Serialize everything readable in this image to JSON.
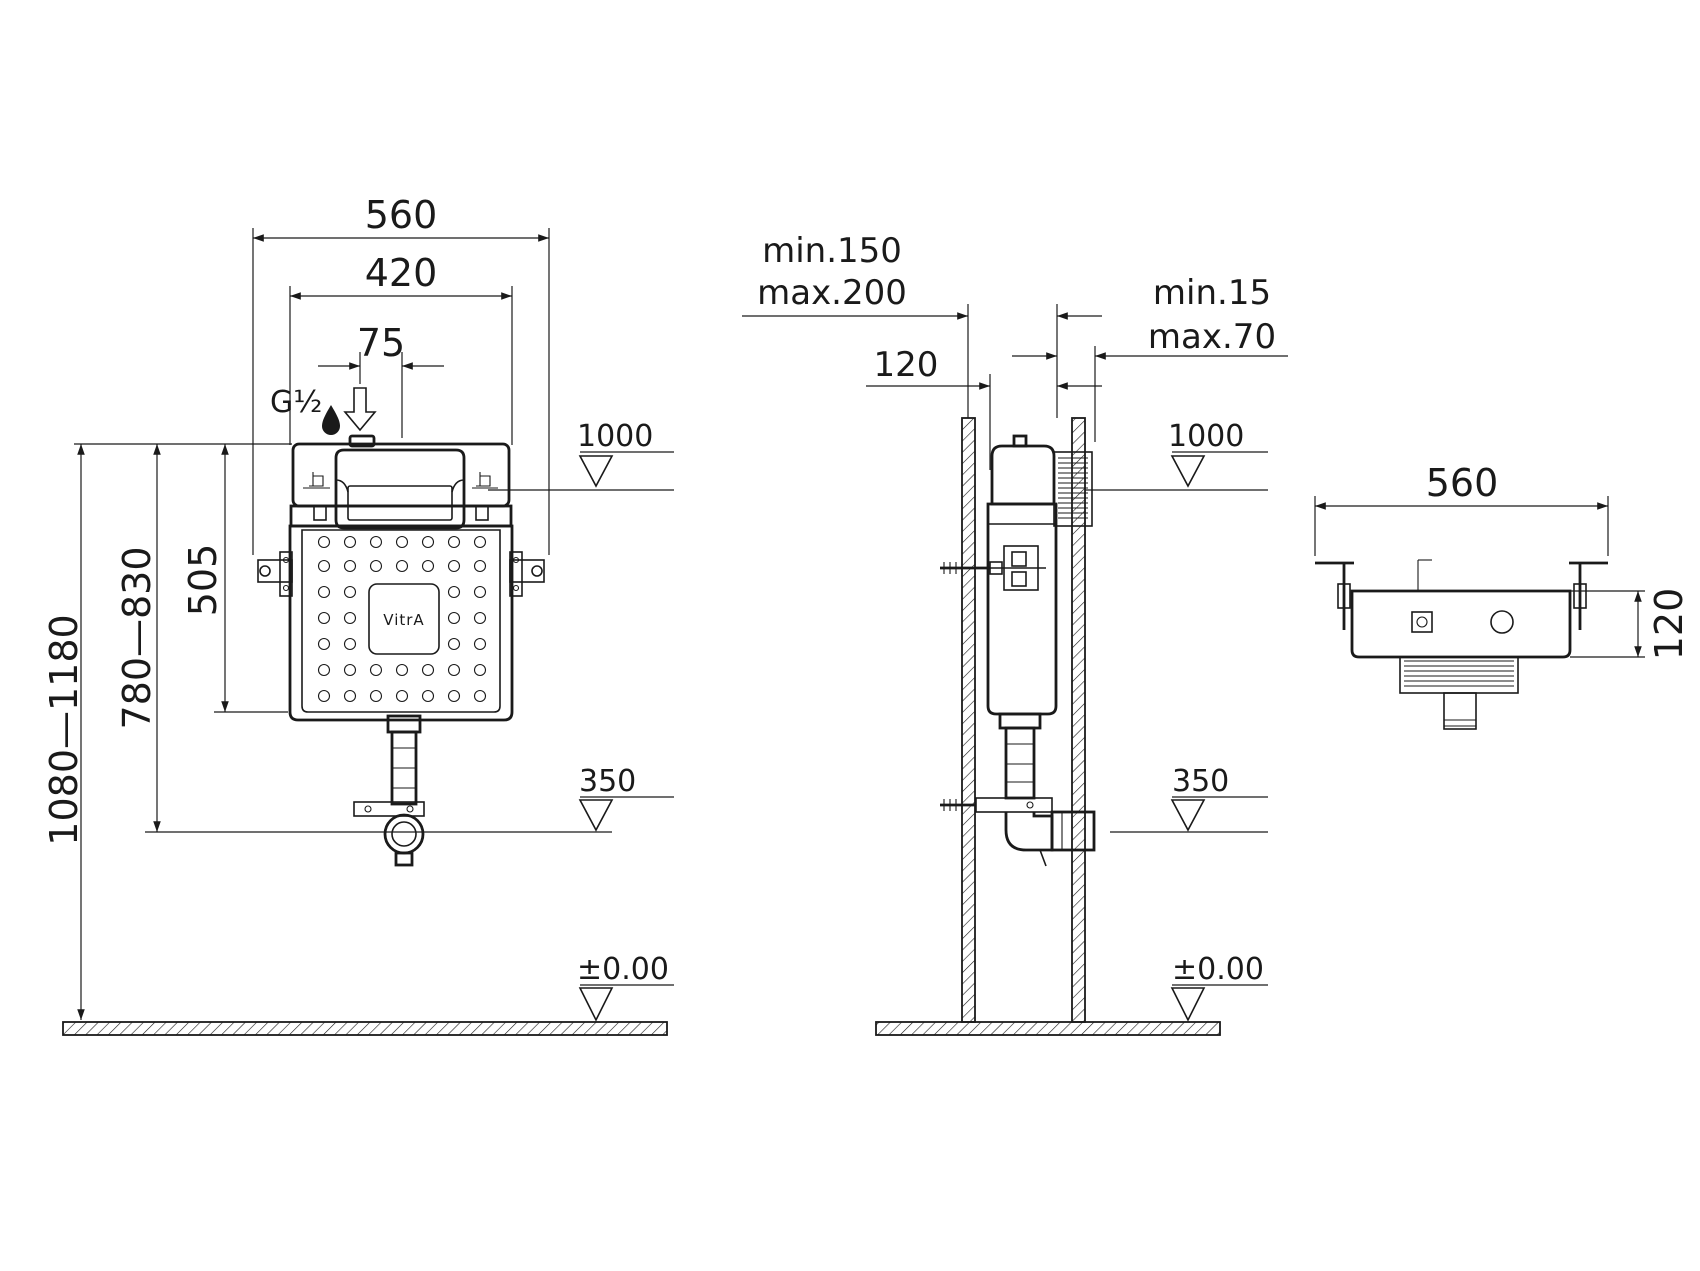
{
  "front_view": {
    "dim_width_outer": "560",
    "dim_width_inner": "420",
    "dim_inlet_offset": "75",
    "inlet_thread": "G½",
    "dim_height_total": "1080—1180",
    "dim_height_mount": "780—830",
    "dim_height_tank": "505",
    "brand_logo": "VitrA",
    "level_top": "1000",
    "level_drain": "350",
    "level_floor": "±0.00"
  },
  "side_view": {
    "dim_wall_minmax_line1": "min.150",
    "dim_wall_minmax_line2": "max.200",
    "dim_depth": "120",
    "dim_gap_line1": "min.15",
    "dim_gap_line2": "max.70",
    "level_top": "1000",
    "level_drain": "350",
    "level_floor": "±0.00"
  },
  "top_view": {
    "dim_width": "560",
    "dim_depth": "120"
  },
  "colors": {
    "line": "#1a1a1a",
    "background": "#ffffff"
  }
}
